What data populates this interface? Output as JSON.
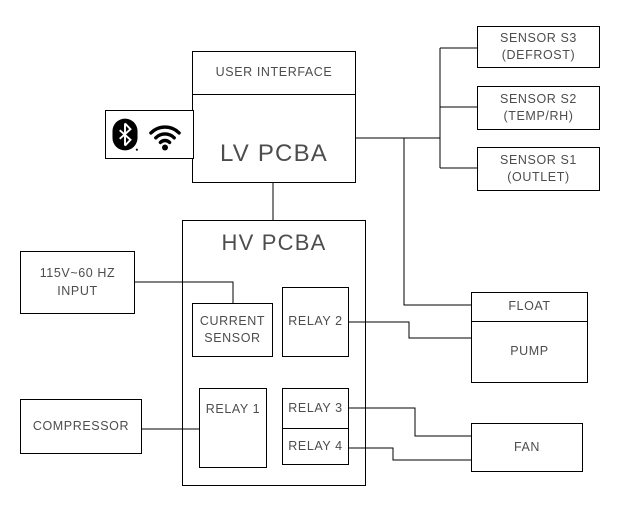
{
  "colors": {
    "background": "#ffffff",
    "line": "#000000",
    "text": "#4d4d4d",
    "icon_fill": "#000000"
  },
  "boxes": {
    "user_interface": {
      "label": "USER INTERFACE"
    },
    "lv_pcba": {
      "label": "LV PCBA"
    },
    "hv_pcba": {
      "label": "HV PCBA"
    },
    "sensor_s3": {
      "label": "SENSOR S3\n(DEFROST)"
    },
    "sensor_s2": {
      "label": "SENSOR S2\n(TEMP/RH)"
    },
    "sensor_s1": {
      "label": "SENSOR S1\n(OUTLET)"
    },
    "power_input": {
      "label": "115V~60 HZ\nINPUT"
    },
    "current_sensor": {
      "label": "CURRENT\nSENSOR"
    },
    "relay_1": {
      "label": "RELAY 1"
    },
    "relay_2": {
      "label": "RELAY 2"
    },
    "relay_3": {
      "label": "RELAY 3"
    },
    "relay_4": {
      "label": "RELAY 4"
    },
    "float": {
      "label": "FLOAT"
    },
    "pump": {
      "label": "PUMP"
    },
    "compressor": {
      "label": "COMPRESSOR"
    },
    "fan": {
      "label": "FAN"
    }
  },
  "icons": {
    "bluetooth": "bluetooth-icon",
    "wifi": "wifi-icon"
  }
}
